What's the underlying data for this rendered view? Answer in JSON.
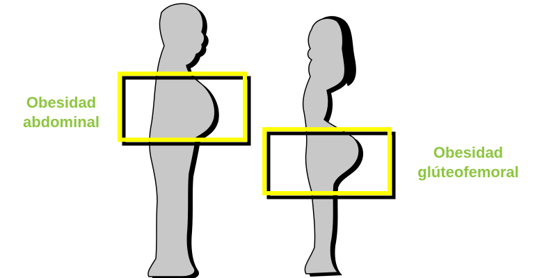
{
  "labels": {
    "abdominal": {
      "line1": "Obesidad",
      "line2": "abdominal"
    },
    "gluteofemoral": {
      "line1": "Obesidad",
      "line2": "glúteofemoral"
    }
  },
  "figures": [
    {
      "id": "man",
      "icon": "male-silhouette-apple-shape-icon"
    },
    {
      "id": "woman",
      "icon": "female-silhouette-pear-shape-icon"
    }
  ],
  "colors": {
    "silhouette_fill": "#c8c8c8",
    "silhouette_outline": "#000000",
    "shadow": "#000000",
    "highlight_box": "#ffff00",
    "label_text": "#8dc63f",
    "background": "#ffffff"
  }
}
